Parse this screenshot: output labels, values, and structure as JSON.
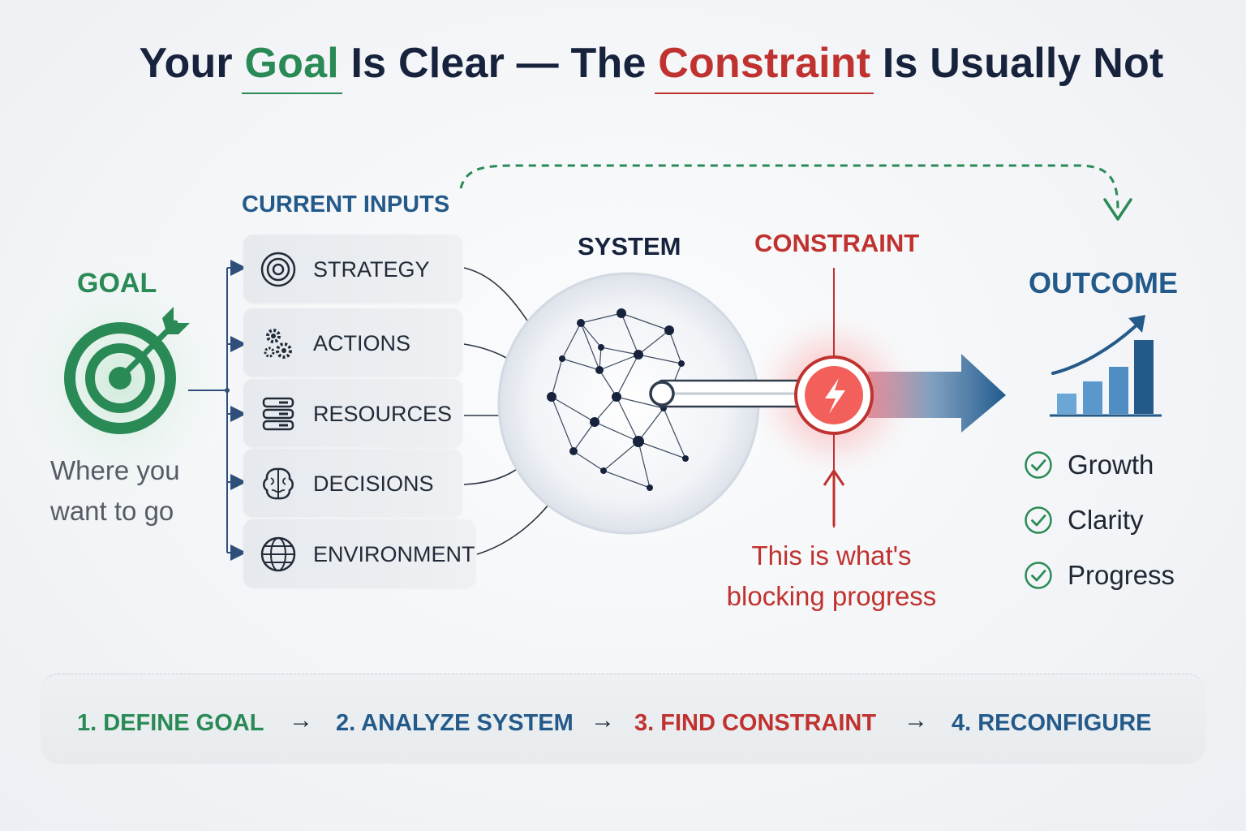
{
  "title": {
    "part1": "Your ",
    "goal_word": "Goal",
    "part2": " Is Clear — The ",
    "constraint_word": "Constraint",
    "part3": " Is Usually Not"
  },
  "goal": {
    "title": "GOAL",
    "subtitle_line1": "Where you",
    "subtitle_line2": "want to go",
    "icon": "target-icon"
  },
  "inputs": {
    "title": "CURRENT INPUTS",
    "items": [
      {
        "label": "STRATEGY",
        "icon": "strategy-icon"
      },
      {
        "label": "ACTIONS",
        "icon": "gears-icon"
      },
      {
        "label": "RESOURCES",
        "icon": "database-icon"
      },
      {
        "label": "DECISIONS",
        "icon": "brain-icon"
      },
      {
        "label": "ENVIRONMENT",
        "icon": "globe-icon"
      }
    ]
  },
  "system": {
    "title": "SYSTEM",
    "icon": "network-icon"
  },
  "constraint": {
    "title": "CONSTRAINT",
    "note_line1": "This is what's",
    "note_line2": "blocking progress",
    "icon": "lightning-icon"
  },
  "outcome": {
    "title": "OUTCOME",
    "icon": "growth-chart-icon",
    "items": [
      "Growth",
      "Clarity",
      "Progress"
    ]
  },
  "steps": [
    {
      "label": "1. DEFINE GOAL"
    },
    {
      "label": "2. ANALYZE SYSTEM"
    },
    {
      "label": "3. FIND CONSTRAINT"
    },
    {
      "label": "4. RECONFIGURE"
    }
  ],
  "step_arrow": "→",
  "colors": {
    "green": "#2a8a55",
    "red": "#c0322f",
    "blue": "#245a8a",
    "navy": "#17233d"
  }
}
